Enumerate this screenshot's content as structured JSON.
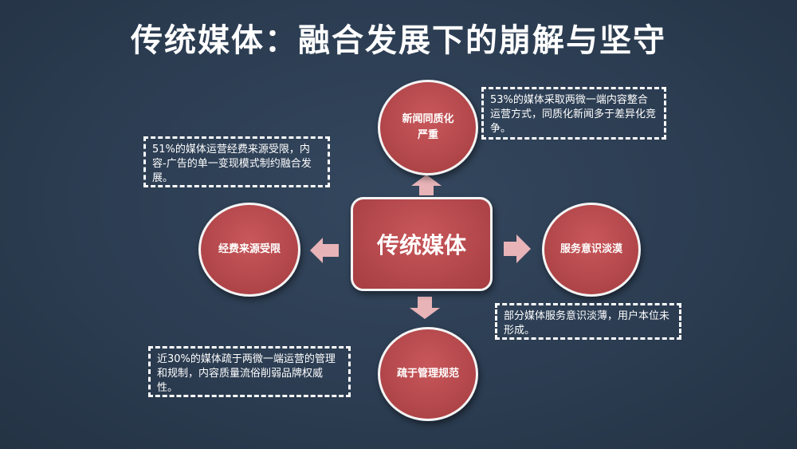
{
  "title": "传统媒体：融合发展下的崩解与坚守",
  "center": {
    "label": "传统媒体"
  },
  "nodes": {
    "top": {
      "line1": "新闻同质化",
      "line2": "严重"
    },
    "left": {
      "label": "经费来源受限"
    },
    "right": {
      "label": "服务意识淡漠"
    },
    "bottom": {
      "label": "疏于管理规范"
    }
  },
  "notes": {
    "top": "53%的媒体采取两微一端内容整合运营方式，同质化新闻多于差异化竞争。",
    "left": "51%的媒体运营经费来源受限，内容-广告的单一变现模式制约融合发展。",
    "right": "部分媒体服务意识淡薄，用户本位未形成。",
    "bottom": "近30%的媒体疏于两微一端运营的管理和规制，内容质量流俗削弱品牌权威性。"
  },
  "colors": {
    "background": "#2c3d52",
    "node_fill": "#b0464a",
    "arrow_fill": "#e8b4b8",
    "outline": "#ffffff"
  },
  "icons": {
    "arrows": [
      "arrow-up-icon",
      "arrow-left-icon",
      "arrow-right-icon",
      "arrow-down-icon"
    ]
  }
}
